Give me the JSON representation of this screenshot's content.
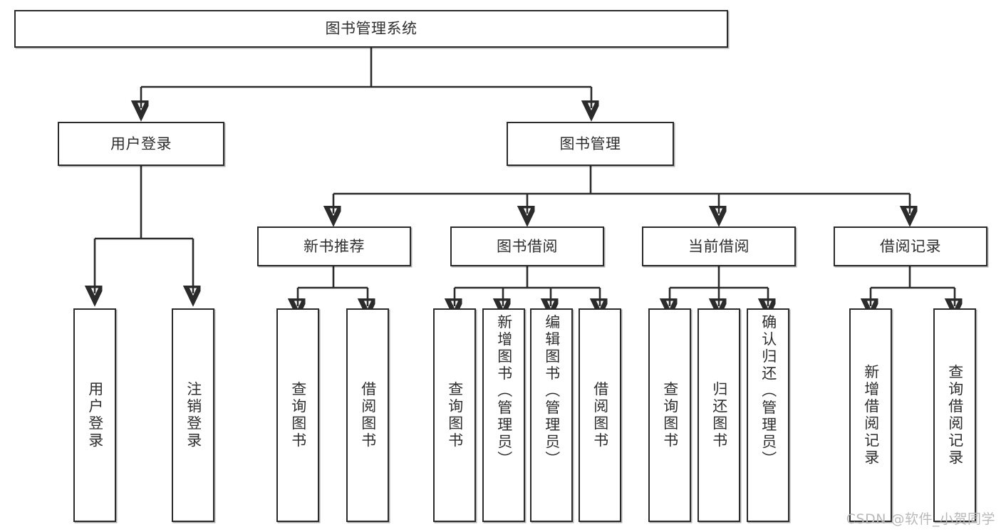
{
  "diagram": {
    "title": "图书管理系统",
    "type": "tree-hierarchy-diagram",
    "root": {
      "id": "root",
      "label": "图书管理系统"
    },
    "level2": [
      {
        "id": "user-login",
        "label": "用户登录"
      },
      {
        "id": "book-manage",
        "label": "图书管理"
      }
    ],
    "level3": [
      {
        "id": "new-book-recommend",
        "label": "新书推荐"
      },
      {
        "id": "book-borrow",
        "label": "图书借阅"
      },
      {
        "id": "current-borrow",
        "label": "当前借阅"
      },
      {
        "id": "borrow-record",
        "label": "借阅记录"
      }
    ],
    "leaves": {
      "user_login": [
        {
          "id": "leaf-user-login",
          "label": "用户登录"
        },
        {
          "id": "leaf-logout-login",
          "label": "注销登录"
        }
      ],
      "new_book_recommend": [
        {
          "id": "leaf-query-book-1",
          "label": "查询图书"
        },
        {
          "id": "leaf-borrow-book-1",
          "label": "借阅图书"
        }
      ],
      "book_borrow": [
        {
          "id": "leaf-query-book-2",
          "label": "查询图书"
        },
        {
          "id": "leaf-add-book",
          "label": "新增图书（管理员）"
        },
        {
          "id": "leaf-edit-book",
          "label": "编辑图书（管理员）"
        },
        {
          "id": "leaf-borrow-book-2",
          "label": "借阅图书"
        }
      ],
      "current_borrow": [
        {
          "id": "leaf-query-book-3",
          "label": "查询图书"
        },
        {
          "id": "leaf-return-book",
          "label": "归还图书"
        },
        {
          "id": "leaf-confirm-return",
          "label": "确认归还（管理员）"
        }
      ],
      "borrow_record": [
        {
          "id": "leaf-add-record",
          "label": "新增借阅记录"
        },
        {
          "id": "leaf-query-record",
          "label": "查询借阅记录"
        }
      ]
    },
    "watermark": "CSDN @软件_小贺同学",
    "colors": {
      "stroke": "#2b2b2b",
      "text": "#2f2f2f",
      "background": "#ffffff",
      "watermark": "#b9b9b9"
    }
  }
}
